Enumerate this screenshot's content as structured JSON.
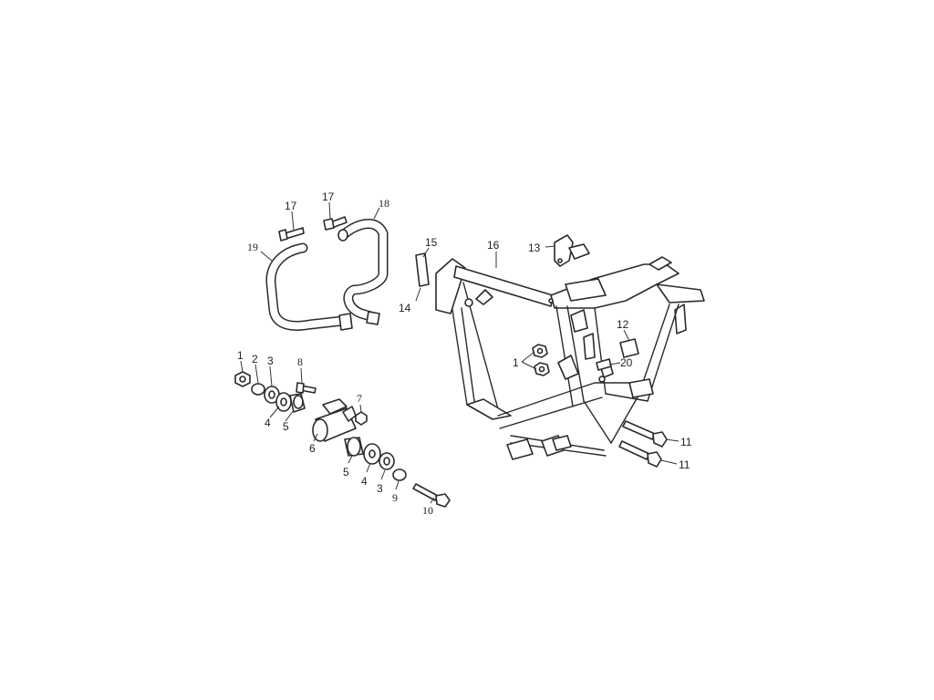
{
  "diagram": {
    "callouts": [
      {
        "id": "c1a",
        "label": "1"
      },
      {
        "id": "c2",
        "label": "2"
      },
      {
        "id": "c3a",
        "label": "3"
      },
      {
        "id": "c4a",
        "label": "4"
      },
      {
        "id": "c5a",
        "label": "5"
      },
      {
        "id": "c6",
        "label": "6"
      },
      {
        "id": "c7",
        "label": "7"
      },
      {
        "id": "c8",
        "label": "8"
      },
      {
        "id": "c5b",
        "label": "5"
      },
      {
        "id": "c4b",
        "label": "4"
      },
      {
        "id": "c3b",
        "label": "3"
      },
      {
        "id": "c9",
        "label": "9"
      },
      {
        "id": "c10",
        "label": "10"
      },
      {
        "id": "c17a",
        "label": "17"
      },
      {
        "id": "c17b",
        "label": "17"
      },
      {
        "id": "c18",
        "label": "18"
      },
      {
        "id": "c19",
        "label": "19"
      },
      {
        "id": "c15",
        "label": "15"
      },
      {
        "id": "c14",
        "label": "14"
      },
      {
        "id": "c16",
        "label": "16"
      },
      {
        "id": "c13",
        "label": "13"
      },
      {
        "id": "c12",
        "label": "12"
      },
      {
        "id": "c20",
        "label": "20"
      },
      {
        "id": "c1b",
        "label": "1"
      },
      {
        "id": "c11a",
        "label": "11"
      },
      {
        "id": "c11b",
        "label": "11"
      }
    ]
  }
}
